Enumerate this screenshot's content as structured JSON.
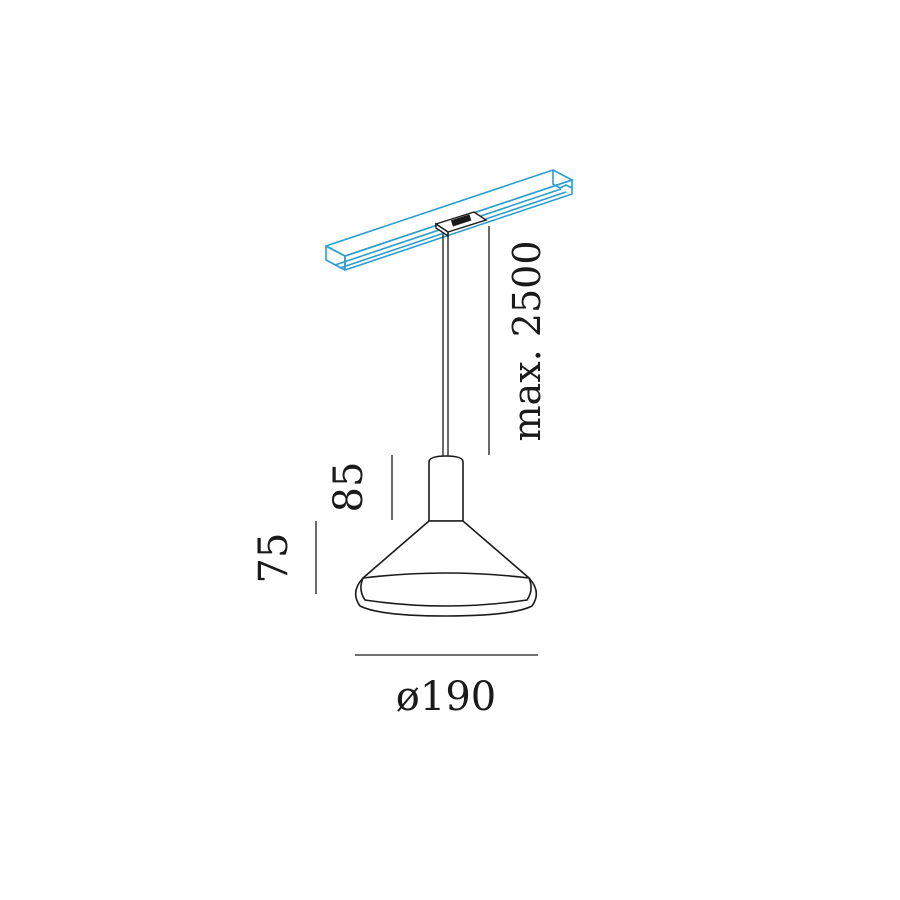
{
  "dimensions": {
    "cable_length": "max. 2500",
    "neck_height": "85",
    "shade_height": "75",
    "diameter": "ø190"
  },
  "colors": {
    "track": "#2a9ed0",
    "line": "#1a1a1a",
    "background": "#ffffff"
  }
}
